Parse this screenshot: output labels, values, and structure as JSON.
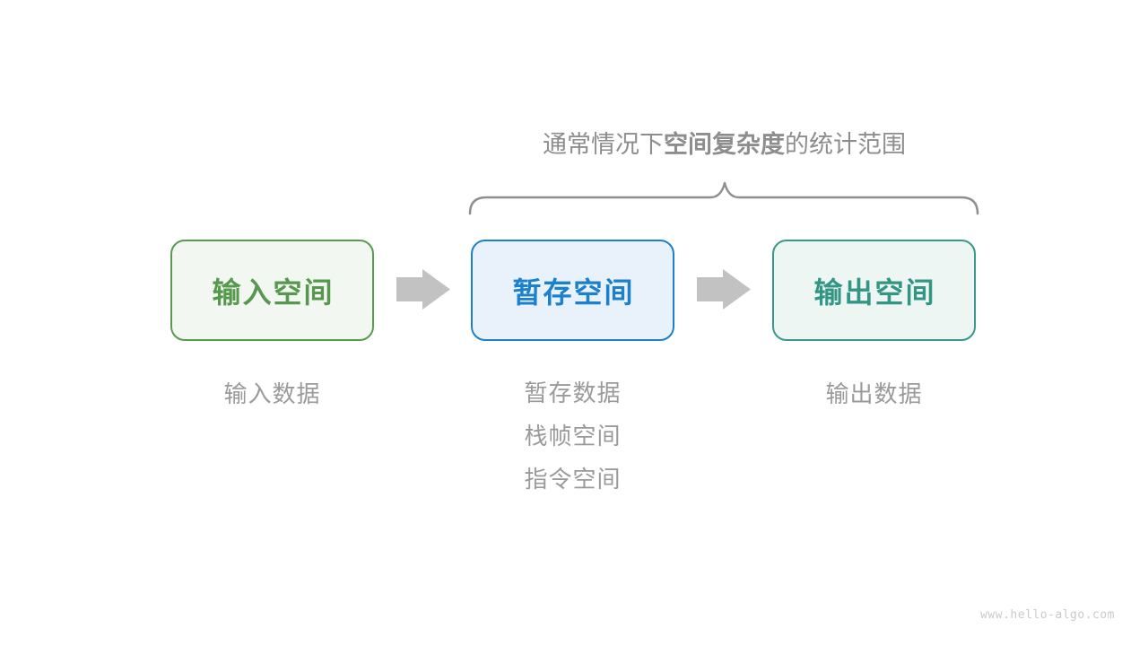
{
  "title": {
    "prefix": "通常情况下",
    "bold": "空间复杂度",
    "suffix": "的统计范围",
    "color": "#8d8d8d"
  },
  "brace": {
    "description": "curly brace spanning temp-space and output-space boxes",
    "color": "#8f8f8f"
  },
  "boxes": [
    {
      "title": "输入空间",
      "border_color": "#579a50",
      "fill_color": "#f2f8f1",
      "text_color": "#56984e",
      "sub_labels": [
        "输入数据"
      ]
    },
    {
      "title": "暂存空间",
      "border_color": "#1b80ce",
      "fill_color": "#e9f2fb",
      "text_color": "#1b80ce",
      "sub_labels": [
        "暂存数据",
        "栈帧空间",
        "指令空间"
      ]
    },
    {
      "title": "输出空间",
      "border_color": "#399889",
      "fill_color": "#edf6f3",
      "text_color": "#339584",
      "sub_labels": [
        "输出数据"
      ]
    }
  ],
  "arrows": {
    "icon": "right-block-arrow",
    "color": "#c2c2c2"
  },
  "sub_label_color": "#9a9a9a",
  "watermark": {
    "text": "www.hello-algo.com",
    "color": "#cacaca"
  }
}
